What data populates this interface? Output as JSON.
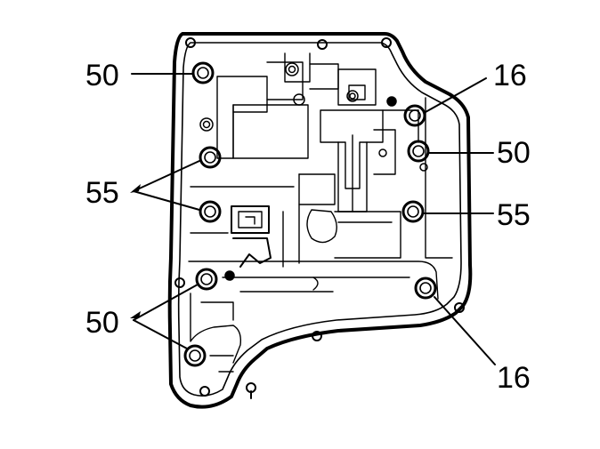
{
  "callouts": {
    "top_left": "50",
    "top_right": "16",
    "right_upper": "50",
    "left_middle": "55",
    "right_middle": "55",
    "left_lower": "50",
    "bottom_right": "16"
  }
}
